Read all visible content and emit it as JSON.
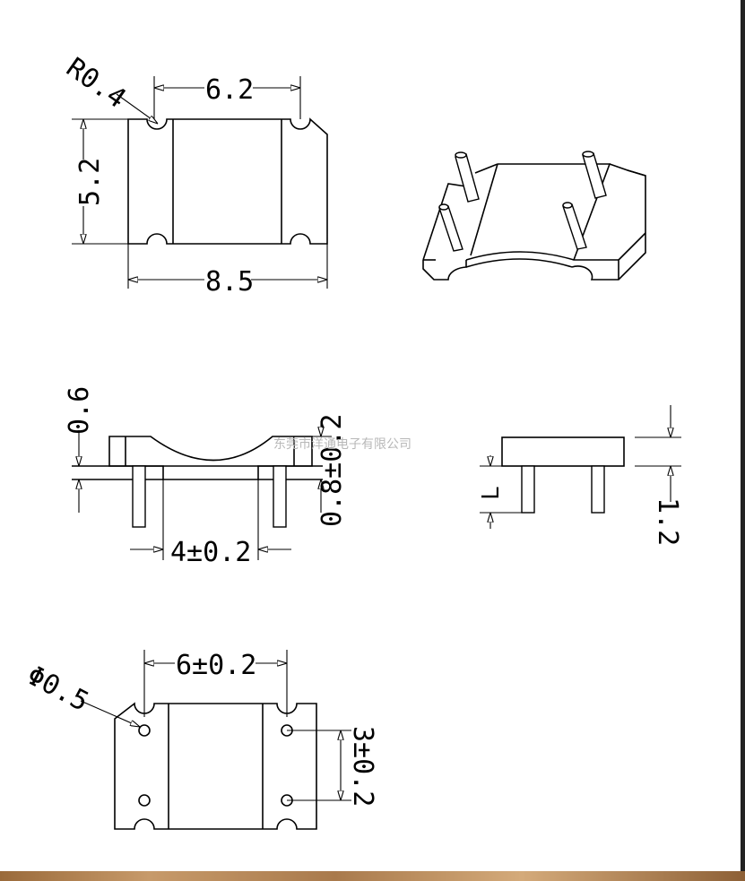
{
  "dimensions": {
    "radius": "R0.4",
    "top_width": "6.2",
    "height": "5.2",
    "overall_width": "8.5",
    "thickness": "0.6",
    "side_height": "0.8±0.2",
    "pin_spacing": "4±0.2",
    "pin_length": "L",
    "end_height": "1.2",
    "hole_spacing": "6±0.2",
    "hole_diameter": "Φ0.5",
    "hole_pitch": "3±0.2"
  },
  "watermark": "东莞市洋通电子有限公司",
  "colors": {
    "frame": "#222222",
    "wood": "#b5865a"
  }
}
